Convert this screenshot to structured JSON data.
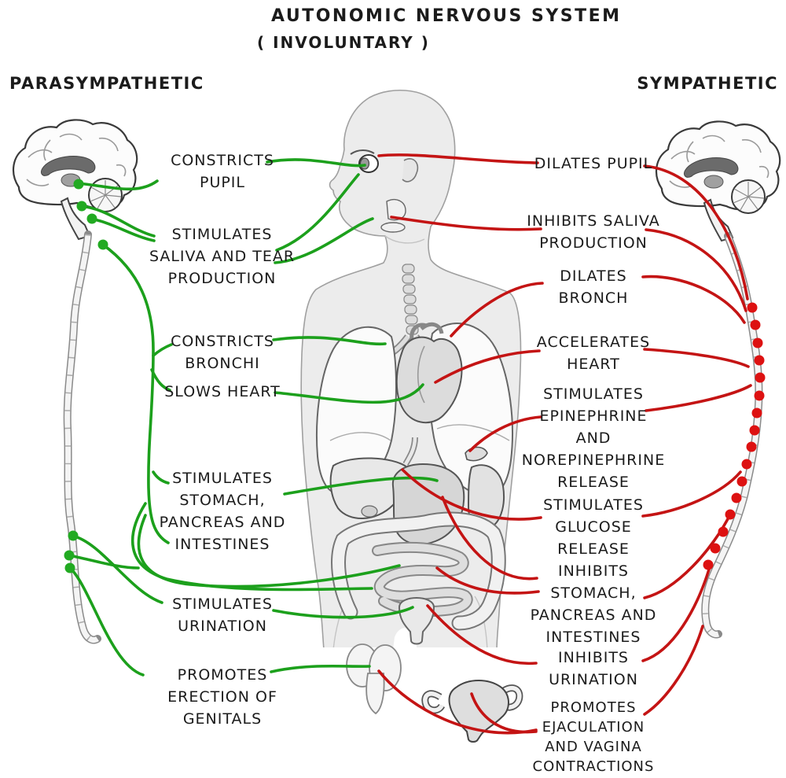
{
  "title": "AUTONOMIC NERVOUS SYSTEM",
  "subtitle": "( INVOLUNTARY )",
  "text_color": "#1b1b1b",
  "parasympathetic": {
    "heading": "PARASYMPATHETIC",
    "color": "#1ca01c",
    "labels": [
      "CONSTRICTS\nPUPIL",
      "STIMULATES\nSALIVA AND TEAR\nPRODUCTION",
      "CONSTRICTS\nBRONCHI",
      "SLOWS HEART",
      "STIMULATES\nSTOMACH,\nPANCREAS AND\nINTESTINES",
      "STIMULATES\nURINATION",
      "PROMOTES\nERECTION OF\nGENITALS"
    ]
  },
  "sympathetic": {
    "heading": "SYMPATHETIC",
    "color": "#c41414",
    "labels": [
      "DILATES PUPIL",
      "INHIBITS SALIVA\nPRODUCTION",
      "DILATES\nBRONCH",
      "ACCELERATES\nHEART",
      "STIMULATES\nEPINEPHRINE\nAND\nNOREPINEPHRINE\nRELEASE",
      "STIMULATES\nGLUCOSE\nRELEASE",
      "INHIBITS\nSTOMACH,\nPANCREAS AND\nINTESTINES",
      "INHIBITS\nURINATION",
      "PROMOTES\nEJACULATION\nAND VAGINA\nCONTRACTIONS"
    ]
  }
}
